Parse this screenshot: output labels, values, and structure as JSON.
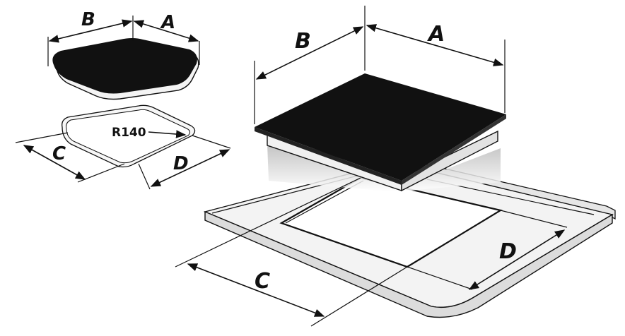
{
  "labels": {
    "small_a": "A",
    "small_b": "B",
    "small_c": "C",
    "small_d": "D",
    "radius": "R140",
    "main_a": "A",
    "main_b": "B",
    "main_c": "C",
    "main_d": "D"
  },
  "colors": {
    "glass": "#111111",
    "frame": "#f2f2f2",
    "countertop": "#ededed",
    "outline": "#111111"
  }
}
